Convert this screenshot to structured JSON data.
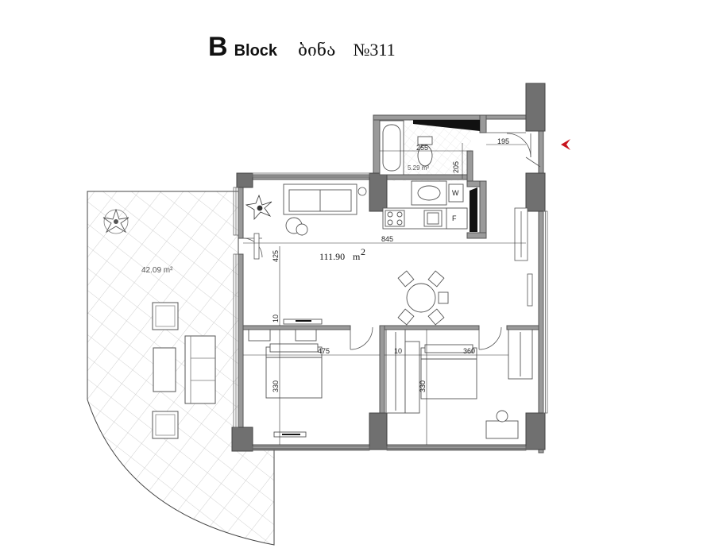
{
  "header": {
    "block_letter": "B",
    "block_word": "Block",
    "apartment_word": "ბინა",
    "apartment_number": "№311"
  },
  "areas": {
    "total": "111.90",
    "total_unit": "m",
    "total_unit_sup": "2",
    "terrace": "42.09 m²",
    "bathroom": "5.29 m²"
  },
  "dimensions": {
    "bath_width": "255",
    "entry_width": "195",
    "bath_height": "205",
    "living_width": "845",
    "living_depth": "425",
    "wall_gap_1": "10",
    "bedroom1_width": "475",
    "bedroom1_depth": "330",
    "wall_gap_2": "10",
    "bedroom2_width": "360",
    "bedroom2_depth": "330"
  },
  "appliance_labels": {
    "washer": "W",
    "fridge": "F"
  },
  "colors": {
    "wall_fill": "#9a9a9a",
    "wall_stroke": "#555555",
    "column_fill": "#7a7a7a",
    "terrace_grid": "#bdbdbd",
    "entry_arrow": "#c8141e"
  }
}
